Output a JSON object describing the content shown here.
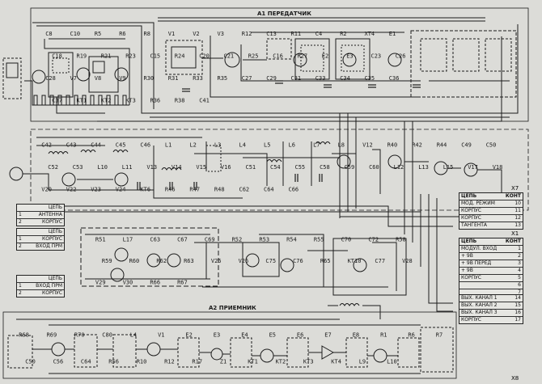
{
  "section_labels": {
    "a1": "A1 ПЕРЕДАТЧИК",
    "a2": "A2 ПРИЕМНИК"
  },
  "left_tables": [
    {
      "rows": [
        [
          "",
          "ЦЕПЬ"
        ],
        [
          "1",
          "АНТЕННА"
        ],
        [
          "2",
          "КОРПУС"
        ]
      ]
    },
    {
      "rows": [
        [
          "",
          "ЦЕПЬ"
        ],
        [
          "1",
          "КОРПУС"
        ],
        [
          "2",
          "ВХОД ПРМ"
        ]
      ]
    },
    {
      "rows": [
        [
          "",
          "ЦЕПЬ"
        ],
        [
          "1",
          "ВХОД ПРМ"
        ],
        [
          "2",
          "КОРПУС"
        ]
      ]
    }
  ],
  "conn_x7": {
    "title": "X7",
    "header": [
      "ЦЕПЬ",
      "КОНТ"
    ],
    "rows": [
      [
        "МОД. РЕЖИМ",
        "10"
      ],
      [
        "КОРПУС",
        "11"
      ],
      [
        "КОРПУС",
        "12"
      ],
      [
        "ТАНГЕНТА",
        "13"
      ]
    ]
  },
  "conn_x1": {
    "title": "X1",
    "header": [
      "ЦЕПЬ",
      "КОНТ"
    ],
    "rows": [
      [
        "МОДУЛ. ВХОД",
        "1"
      ],
      [
        "+ 9В",
        "2"
      ],
      [
        "+ 9В ПЕРЕД",
        "3"
      ],
      [
        "+ 9В",
        "4"
      ],
      [
        "КОРПУС",
        "5"
      ],
      [
        "",
        "6"
      ],
      [
        "",
        "7"
      ]
    ]
  },
  "conn_x8": {
    "title": "X8",
    "header": [
      "",
      ""
    ],
    "rows": [
      [
        "ВЫХ. КАНАЛ 1",
        "14"
      ],
      [
        "ВЫХ. КАНАЛ 2",
        "15"
      ],
      [
        "ВЫХ. КАНАЛ 3",
        "16"
      ],
      [
        "КОРПУС",
        "17"
      ]
    ]
  },
  "component_labels": [
    "C8",
    "C10",
    "R5",
    "R6",
    "R8",
    "V1",
    "V2",
    "V3",
    "R12",
    "C13",
    "R11",
    "C4",
    "R2",
    "XT4",
    "E1",
    "C18",
    "R19",
    "R21",
    "R23",
    "C15",
    "R24",
    "C20",
    "C21",
    "R25",
    "C16",
    "R27",
    "E2",
    "E3",
    "C23",
    "C26",
    "C28",
    "V7",
    "V8",
    "V9",
    "R30",
    "R31",
    "R33",
    "R35",
    "C27",
    "C29",
    "C31",
    "C33",
    "C34",
    "C35",
    "C36",
    "C37",
    "KT1",
    "KT2",
    "KT3",
    "R36",
    "R38",
    "C41",
    "C42",
    "C43",
    "C44",
    "C45",
    "C46",
    "L1",
    "L2",
    "L3",
    "L4",
    "L5",
    "L6",
    "L7",
    "L8",
    "V12",
    "R40",
    "R42",
    "R44",
    "C49",
    "C50",
    "C52",
    "C53",
    "L10",
    "L11",
    "V13",
    "V14",
    "V15",
    "V16",
    "C51",
    "C54",
    "C55",
    "C58",
    "C59",
    "C60",
    "L12",
    "L13",
    "L15",
    "V17",
    "V18",
    "V20",
    "V22",
    "V23",
    "V24",
    "KT6",
    "R46",
    "R47",
    "R48",
    "C62",
    "C64",
    "C66",
    "R51",
    "L17",
    "C63",
    "C67",
    "C69",
    "R52",
    "R53",
    "R54",
    "R55",
    "C70",
    "C72",
    "R58",
    "R59",
    "R60",
    "R62",
    "R63",
    "V25",
    "V26",
    "C75",
    "C76",
    "R65",
    "KT10",
    "C77",
    "V28",
    "V29",
    "V30",
    "R66",
    "R67",
    "R68",
    "R69",
    "R70",
    "C80",
    "L4",
    "V1",
    "E2",
    "E3",
    "E4",
    "E5",
    "E6",
    "E7",
    "E8",
    "R1",
    "R6",
    "R7",
    "C50",
    "C56",
    "C64",
    "R56",
    "R10",
    "R12",
    "R17",
    "Z1",
    "KT1",
    "KT2",
    "KT3",
    "KT4",
    "L9",
    "L10"
  ]
}
